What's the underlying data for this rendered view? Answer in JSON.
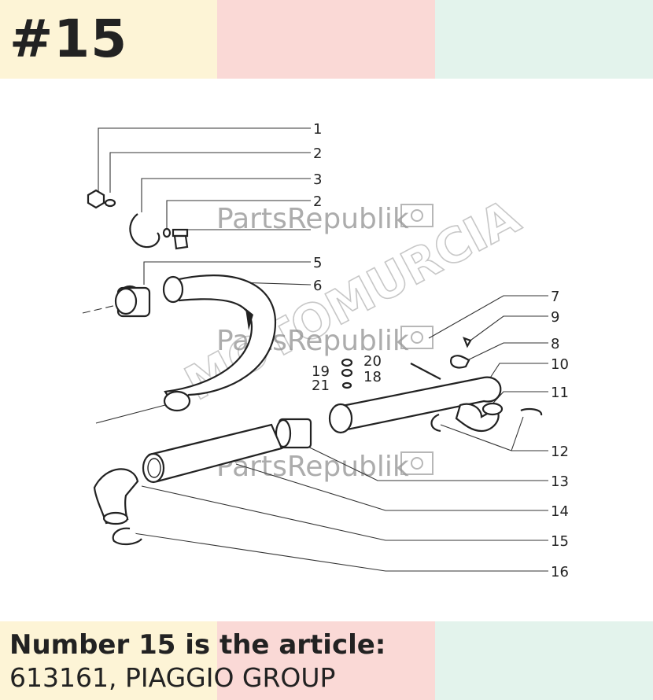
{
  "header": {
    "badge": "#15",
    "colors": [
      "#fdf4d6",
      "#fad9d6",
      "#e3f3ec"
    ]
  },
  "diagram": {
    "callouts": [
      "1",
      "2",
      "3",
      "2",
      "5",
      "6",
      "7",
      "9",
      "8",
      "10",
      "11",
      "12",
      "13",
      "14",
      "15",
      "16",
      "20",
      "19",
      "18",
      "21"
    ],
    "watermark": "PartsRepublik",
    "watermark_overlay": "MOTOMURCIA"
  },
  "caption": {
    "title": "Number 15 is the article:",
    "article": "613161, PIAGGIO GROUP"
  }
}
